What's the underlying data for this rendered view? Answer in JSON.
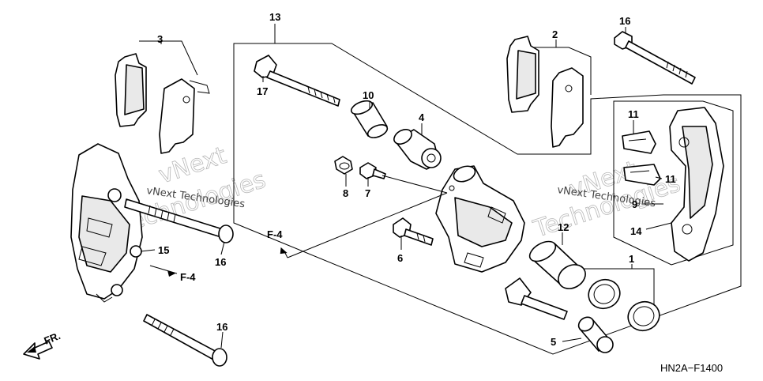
{
  "figure_code": "HN2A−F1400",
  "watermark": {
    "line1": "vNext",
    "line2": "Technologies",
    "small": "vNext Technologies"
  },
  "callouts": [
    {
      "id": "13",
      "text": "13"
    },
    {
      "id": "3",
      "text": "3"
    },
    {
      "id": "2",
      "text": "2"
    },
    {
      "id": "16a",
      "text": "16"
    },
    {
      "id": "17",
      "text": "17"
    },
    {
      "id": "10",
      "text": "10"
    },
    {
      "id": "4",
      "text": "4"
    },
    {
      "id": "11a",
      "text": "11"
    },
    {
      "id": "11b",
      "text": "11"
    },
    {
      "id": "8",
      "text": "8"
    },
    {
      "id": "7",
      "text": "7"
    },
    {
      "id": "9",
      "text": "9"
    },
    {
      "id": "14",
      "text": "14"
    },
    {
      "id": "12",
      "text": "12"
    },
    {
      "id": "1",
      "text": "1"
    },
    {
      "id": "15",
      "text": "15"
    },
    {
      "id": "16b",
      "text": "16"
    },
    {
      "id": "6",
      "text": "6"
    },
    {
      "id": "5",
      "text": "5"
    },
    {
      "id": "16c",
      "text": "16"
    }
  ],
  "refs": {
    "f4_left": "F-4",
    "f4_mid": "F-4",
    "front": "FR."
  }
}
